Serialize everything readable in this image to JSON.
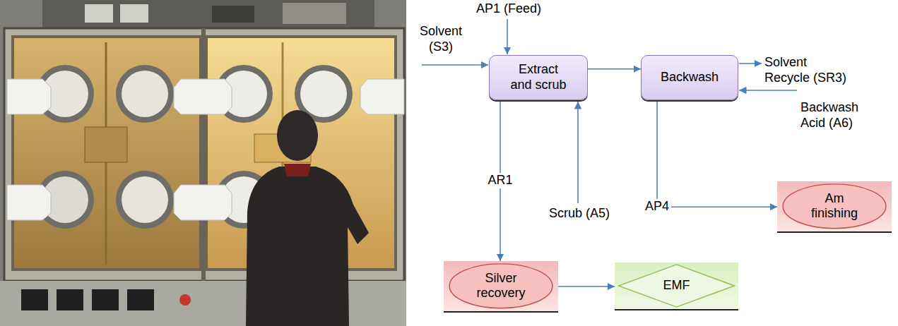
{
  "diagram": {
    "nodes": [
      {
        "text": [
          "Extract and scrub"
        ]
      },
      {
        "text": [
          "Backwash"
        ]
      },
      {
        "text": [
          "Am finishing"
        ]
      },
      {
        "text": [
          "Silver recovery"
        ]
      },
      {
        "text": [
          "EMF"
        ]
      }
    ],
    "edges": [
      {
        "from": 0,
        "to": 1,
        "arrow": "to"
      },
      {
        "from": 0,
        "to": 3,
        "label": "AR1",
        "arrow": "to"
      },
      {
        "from": 1,
        "to": 2,
        "label": "AP4",
        "arrow": "to"
      },
      {
        "from": 3,
        "to": 4,
        "arrow": "to"
      }
    ],
    "labels": [
      "AP1 (Feed)",
      "Solvent (S3)",
      "Solvent Recycle (SR3)",
      "Backwash Acid (A6)",
      "Scrub (A5)"
    ]
  }
}
